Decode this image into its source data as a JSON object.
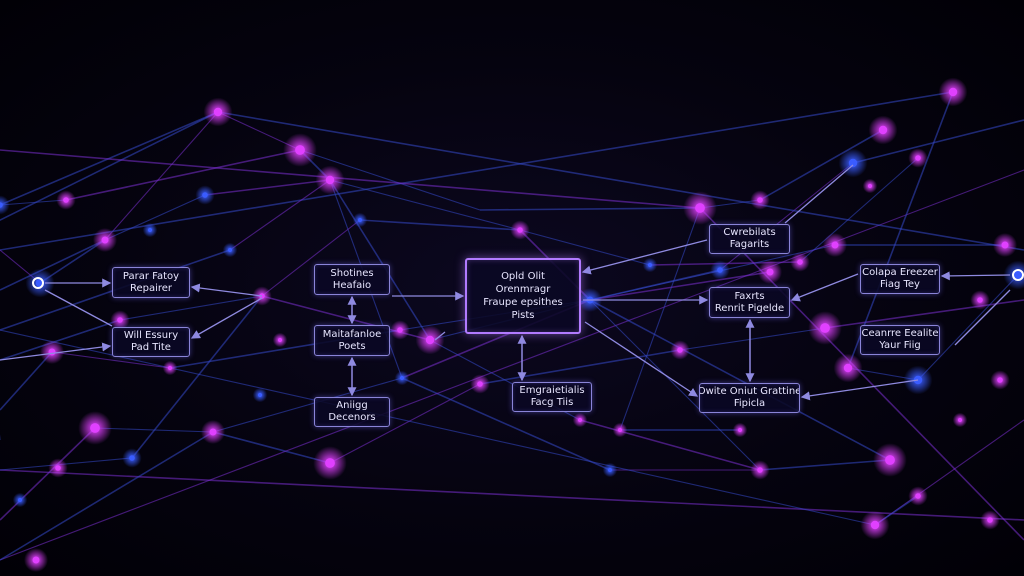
{
  "colors": {
    "background": "#020108",
    "box_border": "#8a84d8",
    "central_border": "#b27bff",
    "arrow": "#8f8ae0",
    "node_magenta": "#e040ff",
    "node_blue": "#3a5cff"
  },
  "boxes": [
    {
      "id": "box-left-1",
      "lines": [
        "Parar Fatoy",
        "Repairer"
      ]
    },
    {
      "id": "box-left-2",
      "lines": [
        "Will Essury",
        "Pad Tite"
      ]
    },
    {
      "id": "box-mid-1",
      "lines": [
        "Shotines",
        "Heafaio"
      ]
    },
    {
      "id": "box-mid-2",
      "lines": [
        "Maitafanloe",
        "Poets"
      ]
    },
    {
      "id": "box-mid-3",
      "lines": [
        "Aniigg",
        "Decenors"
      ]
    },
    {
      "id": "box-central",
      "lines": [
        "Opld Olit",
        "Orenmragr",
        "Fraupe epsithes",
        "Pists"
      ]
    },
    {
      "id": "box-bottom-center",
      "lines": [
        "Emgraietialis",
        "Facg Tiis"
      ]
    },
    {
      "id": "box-right-1",
      "lines": [
        "Cwrebilats",
        "Fagarits"
      ]
    },
    {
      "id": "box-right-2",
      "lines": [
        "Faxrts",
        "Renrit Pigelde"
      ]
    },
    {
      "id": "box-right-3",
      "lines": [
        "Owite Oniut Grattine",
        "Fipicla"
      ]
    },
    {
      "id": "box-far-right-1",
      "lines": [
        "Colapa Ereezer",
        "Fiag Tey"
      ]
    },
    {
      "id": "box-far-right-2",
      "lines": [
        "Ceanrre Eealite",
        "Yaur Fiig"
      ]
    }
  ]
}
